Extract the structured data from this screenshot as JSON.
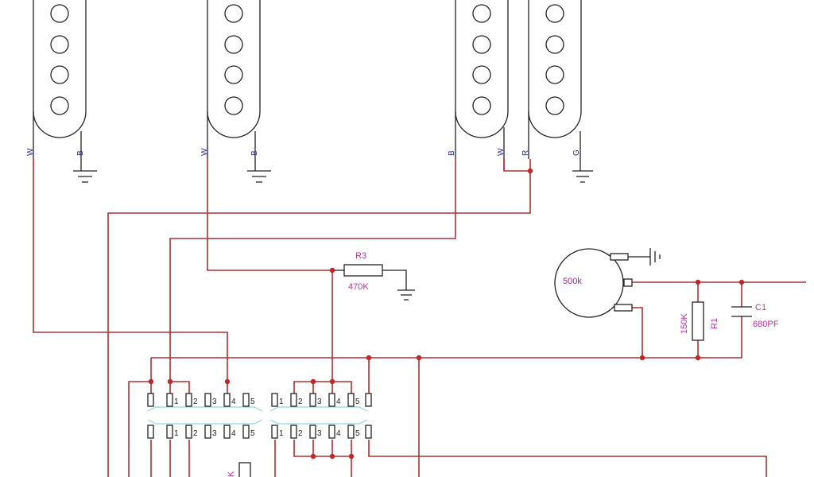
{
  "pickups": [
    {
      "labels": [
        "W",
        "B"
      ]
    },
    {
      "labels": [
        "W",
        "B"
      ]
    },
    {
      "labels": [
        "B",
        "W",
        "R",
        "G"
      ]
    }
  ],
  "components": {
    "r3": {
      "name": "R3",
      "value": "470K"
    },
    "pot": {
      "value": "500k"
    },
    "r1": {
      "name": "R1",
      "value": "150K"
    },
    "c1": {
      "name": "C1",
      "value": "680PF"
    },
    "partial_label": "K"
  },
  "switch": {
    "left_pins": [
      "1",
      "2",
      "3",
      "4",
      "5"
    ],
    "right_pins": [
      "1",
      "2",
      "3",
      "4",
      "5"
    ]
  },
  "colors": {
    "wire": "#b03030",
    "junction": "#c02828",
    "pin_labels": "#2a2a8f",
    "component_labels": "#c030a0"
  }
}
